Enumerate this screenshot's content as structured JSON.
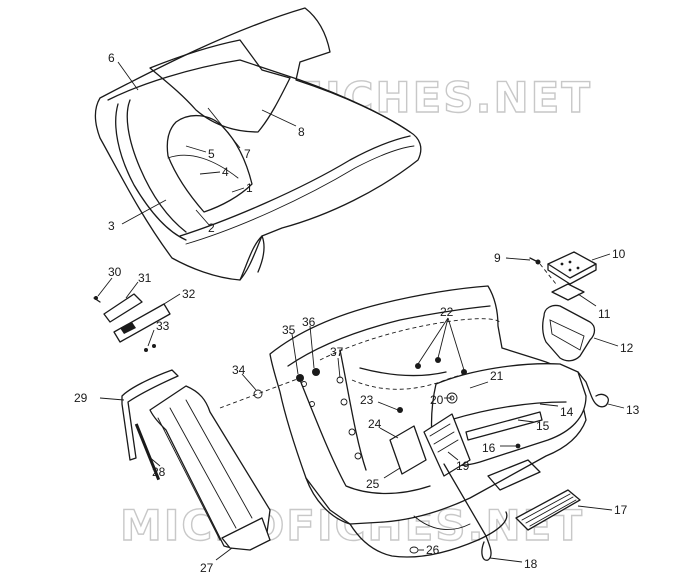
{
  "watermark": {
    "top": "MICROFICHES.NET",
    "bottom": "MICROFICHES.NET"
  },
  "callouts": [
    {
      "id": "c1",
      "label": "1"
    },
    {
      "id": "c2",
      "label": "2"
    },
    {
      "id": "c3",
      "label": "3"
    },
    {
      "id": "c4",
      "label": "4"
    },
    {
      "id": "c5",
      "label": "5"
    },
    {
      "id": "c6",
      "label": "6"
    },
    {
      "id": "c7",
      "label": "7"
    },
    {
      "id": "c8",
      "label": "8"
    },
    {
      "id": "c9",
      "label": "9"
    },
    {
      "id": "c10",
      "label": "10"
    },
    {
      "id": "c11",
      "label": "11"
    },
    {
      "id": "c12",
      "label": "12"
    },
    {
      "id": "c13",
      "label": "13"
    },
    {
      "id": "c14",
      "label": "14"
    },
    {
      "id": "c15",
      "label": "15"
    },
    {
      "id": "c16",
      "label": "16"
    },
    {
      "id": "c17",
      "label": "17"
    },
    {
      "id": "c18",
      "label": "18"
    },
    {
      "id": "c19",
      "label": "19"
    },
    {
      "id": "c20",
      "label": "20"
    },
    {
      "id": "c21",
      "label": "21"
    },
    {
      "id": "c22",
      "label": "22"
    },
    {
      "id": "c23",
      "label": "23"
    },
    {
      "id": "c24",
      "label": "24"
    },
    {
      "id": "c25",
      "label": "25"
    },
    {
      "id": "c26",
      "label": "26"
    },
    {
      "id": "c27",
      "label": "27"
    },
    {
      "id": "c28",
      "label": "28"
    },
    {
      "id": "c29",
      "label": "29"
    },
    {
      "id": "c30",
      "label": "30"
    },
    {
      "id": "c31",
      "label": "31"
    },
    {
      "id": "c32",
      "label": "32"
    },
    {
      "id": "c33",
      "label": "33"
    },
    {
      "id": "c34",
      "label": "34"
    },
    {
      "id": "c35",
      "label": "35"
    },
    {
      "id": "c36",
      "label": "36"
    },
    {
      "id": "c37",
      "label": "37"
    }
  ]
}
